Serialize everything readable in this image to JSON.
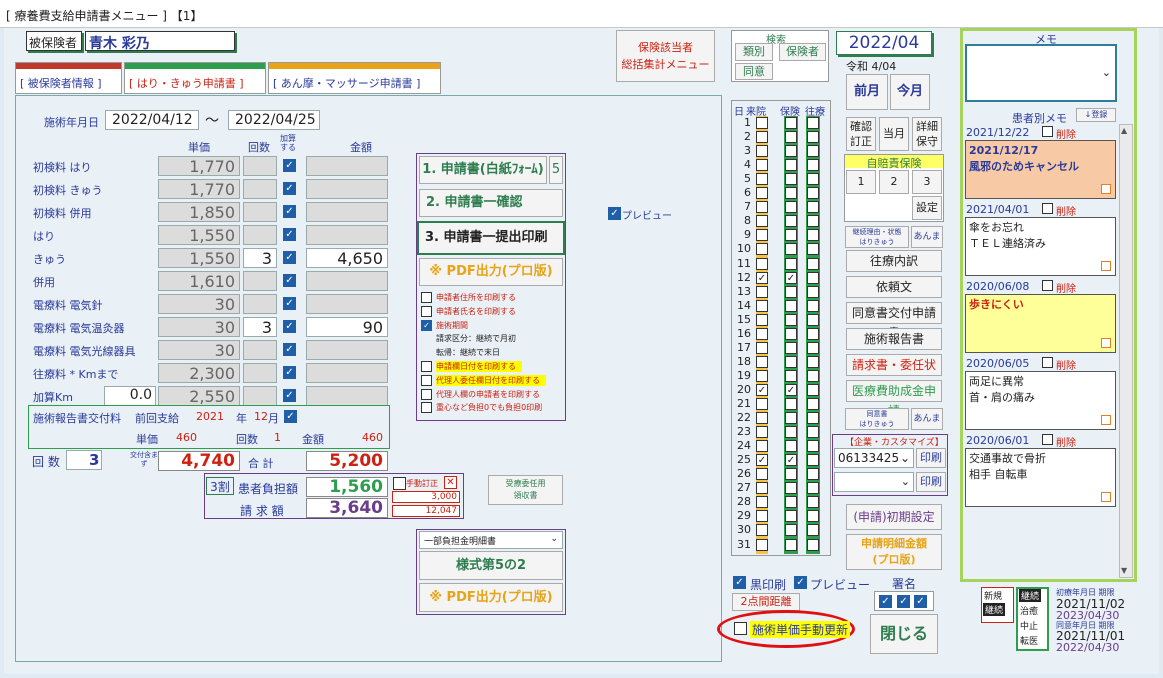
{
  "window": {
    "title": "[ 療養費支給申請書メニュー ] 【1】"
  },
  "patient": {
    "label": "被保険者",
    "name": "青木 彩乃"
  },
  "tabs": [
    {
      "label": "[ 被保険者情報 ]",
      "color": "#c0392b"
    },
    {
      "label": "[ はり・きゅう申請書 ]",
      "color": "#2e9e4e"
    },
    {
      "label": "[ あん摩・マッサージ申請書 ]",
      "color": "#e8a317"
    }
  ],
  "period": {
    "label": "施術年月日",
    "from": "2022/04/12",
    "sep": "〜",
    "to": "2022/04/25"
  },
  "headers": {
    "unit": "単価",
    "count": "回数",
    "notify": "加算する",
    "amount": "金額"
  },
  "rows": [
    {
      "label": "初検料 はり",
      "unit": "1,770",
      "count": "",
      "checked": true,
      "amount": ""
    },
    {
      "label": "初検料 きゅう",
      "unit": "1,770",
      "count": "",
      "checked": true,
      "amount": ""
    },
    {
      "label": "初検料 併用",
      "unit": "1,850",
      "count": "",
      "checked": true,
      "amount": ""
    },
    {
      "label": "はり",
      "unit": "1,550",
      "count": "",
      "checked": true,
      "amount": ""
    },
    {
      "label": "きゅう",
      "unit": "1,550",
      "count": "3",
      "checked": true,
      "amount": "4,650"
    },
    {
      "label": "併用",
      "unit": "1,610",
      "count": "",
      "checked": true,
      "amount": ""
    },
    {
      "label": "電療料 電気針",
      "unit": "30",
      "count": "",
      "checked": true,
      "amount": ""
    },
    {
      "label": "電療料 電気温灸器",
      "unit": "30",
      "count": "3",
      "checked": true,
      "amount": "90"
    },
    {
      "label": "電療料 電気光線器具",
      "unit": "30",
      "count": "",
      "checked": true,
      "amount": ""
    },
    {
      "label": "往療料 * Kmまで",
      "unit": "2,300",
      "count": "",
      "checked": true,
      "amount": ""
    },
    {
      "label": "加算Km",
      "unit": "2,550",
      "count": "",
      "checked": true,
      "amount": "",
      "extra": "0.0"
    }
  ],
  "report": {
    "label": "施術報告書交付料",
    "prev": "前回支給",
    "year": "2021",
    "year_unit": "年",
    "month": "12",
    "month_unit": "月",
    "unit_label": "単価",
    "unit_value": "460",
    "count_label": "回数",
    "count_value": "1",
    "amount_label": "金額",
    "amount_value": "460"
  },
  "totals": {
    "count_label": "回 数",
    "count_value": "3",
    "sub_label": "交付含まず",
    "sub_value": "4,740",
    "total_label": "合 計",
    "total_value": "5,200"
  },
  "burden": {
    "rate": "3割",
    "burden_label": "患者負担額",
    "burden_value": "1,560",
    "claim_label": "請 求 額",
    "claim_value": "3,640",
    "manual_label": "手動訂正",
    "small1": "3,000",
    "small2": "12,047"
  },
  "receipt_btn": "受療委任用\n領収書",
  "print_panel": {
    "btn1": "1. 申請書(白紙ﾌｫｰﾑ)",
    "btn1_num": "5",
    "btn2": "2. 申請書一確認",
    "btn3": "3. 申請書一提出印刷",
    "pdf": "※ PDF出力(プロ版)",
    "preview": "プレビュー",
    "options": [
      {
        "label": "申請者住所を印刷する",
        "checked": false
      },
      {
        "label": "申請者氏名を印刷する",
        "checked": false
      },
      {
        "label": "施術期間",
        "checked": true
      },
      {
        "label": "請求区分：継続で月初",
        "checked": null
      },
      {
        "label": "転帰：継続で末日",
        "checked": null
      },
      {
        "label": "申請欄日付を印刷する",
        "checked": false,
        "hl": true
      },
      {
        "label": "代理人委任欄日付を印刷する",
        "checked": false,
        "hl": true
      },
      {
        "label": "代理人欄の申請者を印刷する",
        "checked": false
      },
      {
        "label": "重心など負担0でも負担0印刷",
        "checked": false
      }
    ]
  },
  "detail_panel": {
    "select": "一部負担金明細書",
    "btn": "様式第5の2",
    "pdf": "※ PDF出力(プロ版)"
  },
  "insurer_btn": "保険該当者\n総括集計メニュー",
  "search": {
    "title": "検索",
    "b1": "類別",
    "b2": "保険者",
    "b3": "同意"
  },
  "date": {
    "month": "2022/04",
    "era": "令和 4/04",
    "prev": "前月",
    "this": "今月"
  },
  "visits": {
    "h_day": "日",
    "h_visit": "来院",
    "h_ins": "保険",
    "h_home": "往療",
    "checked_days": [
      12,
      20,
      25
    ]
  },
  "right_btns": {
    "confirm": "確認\n訂正",
    "month": "当月",
    "detail": "詳細\n保守",
    "auto": "自賠責保険",
    "n1": "1",
    "n2": "2",
    "n3": "3",
    "set": "設定",
    "cont": "継続理由・状態\nはりきゅう",
    "anma": "あんま",
    "b1": "往療内訳",
    "b2": "依頼文",
    "b3": "同意書交付申請書",
    "b4": "施術報告書",
    "b5": "請求書・委任状",
    "b6": "医療費助成金申請",
    "consent": "同意書\nはりきゅう",
    "anma2": "あんま",
    "company": "【企業・カスタマイズ】",
    "code": "06133425",
    "print": "印刷",
    "print2": "印刷",
    "init": "(申請)初期設定",
    "meisai": "申請明細金額\n(プロ版)"
  },
  "bottom": {
    "black": "黒印刷",
    "preview": "プレビュー",
    "sign": "署名",
    "dist": "2点間距離",
    "update": "施術単価手動更新",
    "close": "閉じる",
    "new": "新規",
    "cont": "継続",
    "cont2": "継続",
    "stop": "治癒",
    "mid": "中止",
    "trans": "転医",
    "first_label": "初療年月日 期限",
    "first_date": "2021/11/02",
    "first_limit": "2023/04/30",
    "consent_label": "同意年月日 期限",
    "consent_date": "2021/11/01",
    "consent_limit": "2022/04/30"
  },
  "memo": {
    "title": "メモ",
    "patient_memo": "患者別メモ",
    "reg": "↓登録",
    "items": [
      {
        "date": "2021/12/22",
        "del": "削除",
        "text": "2021/12/17\n風邪のためキャンセル",
        "bg": "#f7c9a5",
        "bold": true
      },
      {
        "date": "2021/04/01",
        "del": "削除",
        "text": "傘をお忘れ\nＴＥＬ連絡済み",
        "bg": "#ffffff"
      },
      {
        "date": "2020/06/08",
        "del": "削除",
        "text": "歩きにくい",
        "bg": "#ffff99",
        "red": true
      },
      {
        "date": "2020/06/05",
        "del": "削除",
        "text": "両足に異常\n首・肩の痛み",
        "bg": "#ffffff"
      },
      {
        "date": "2020/06/01",
        "del": "削除",
        "text": "交通事故で骨折\n相手 自転車",
        "bg": "#ffffff"
      }
    ]
  }
}
